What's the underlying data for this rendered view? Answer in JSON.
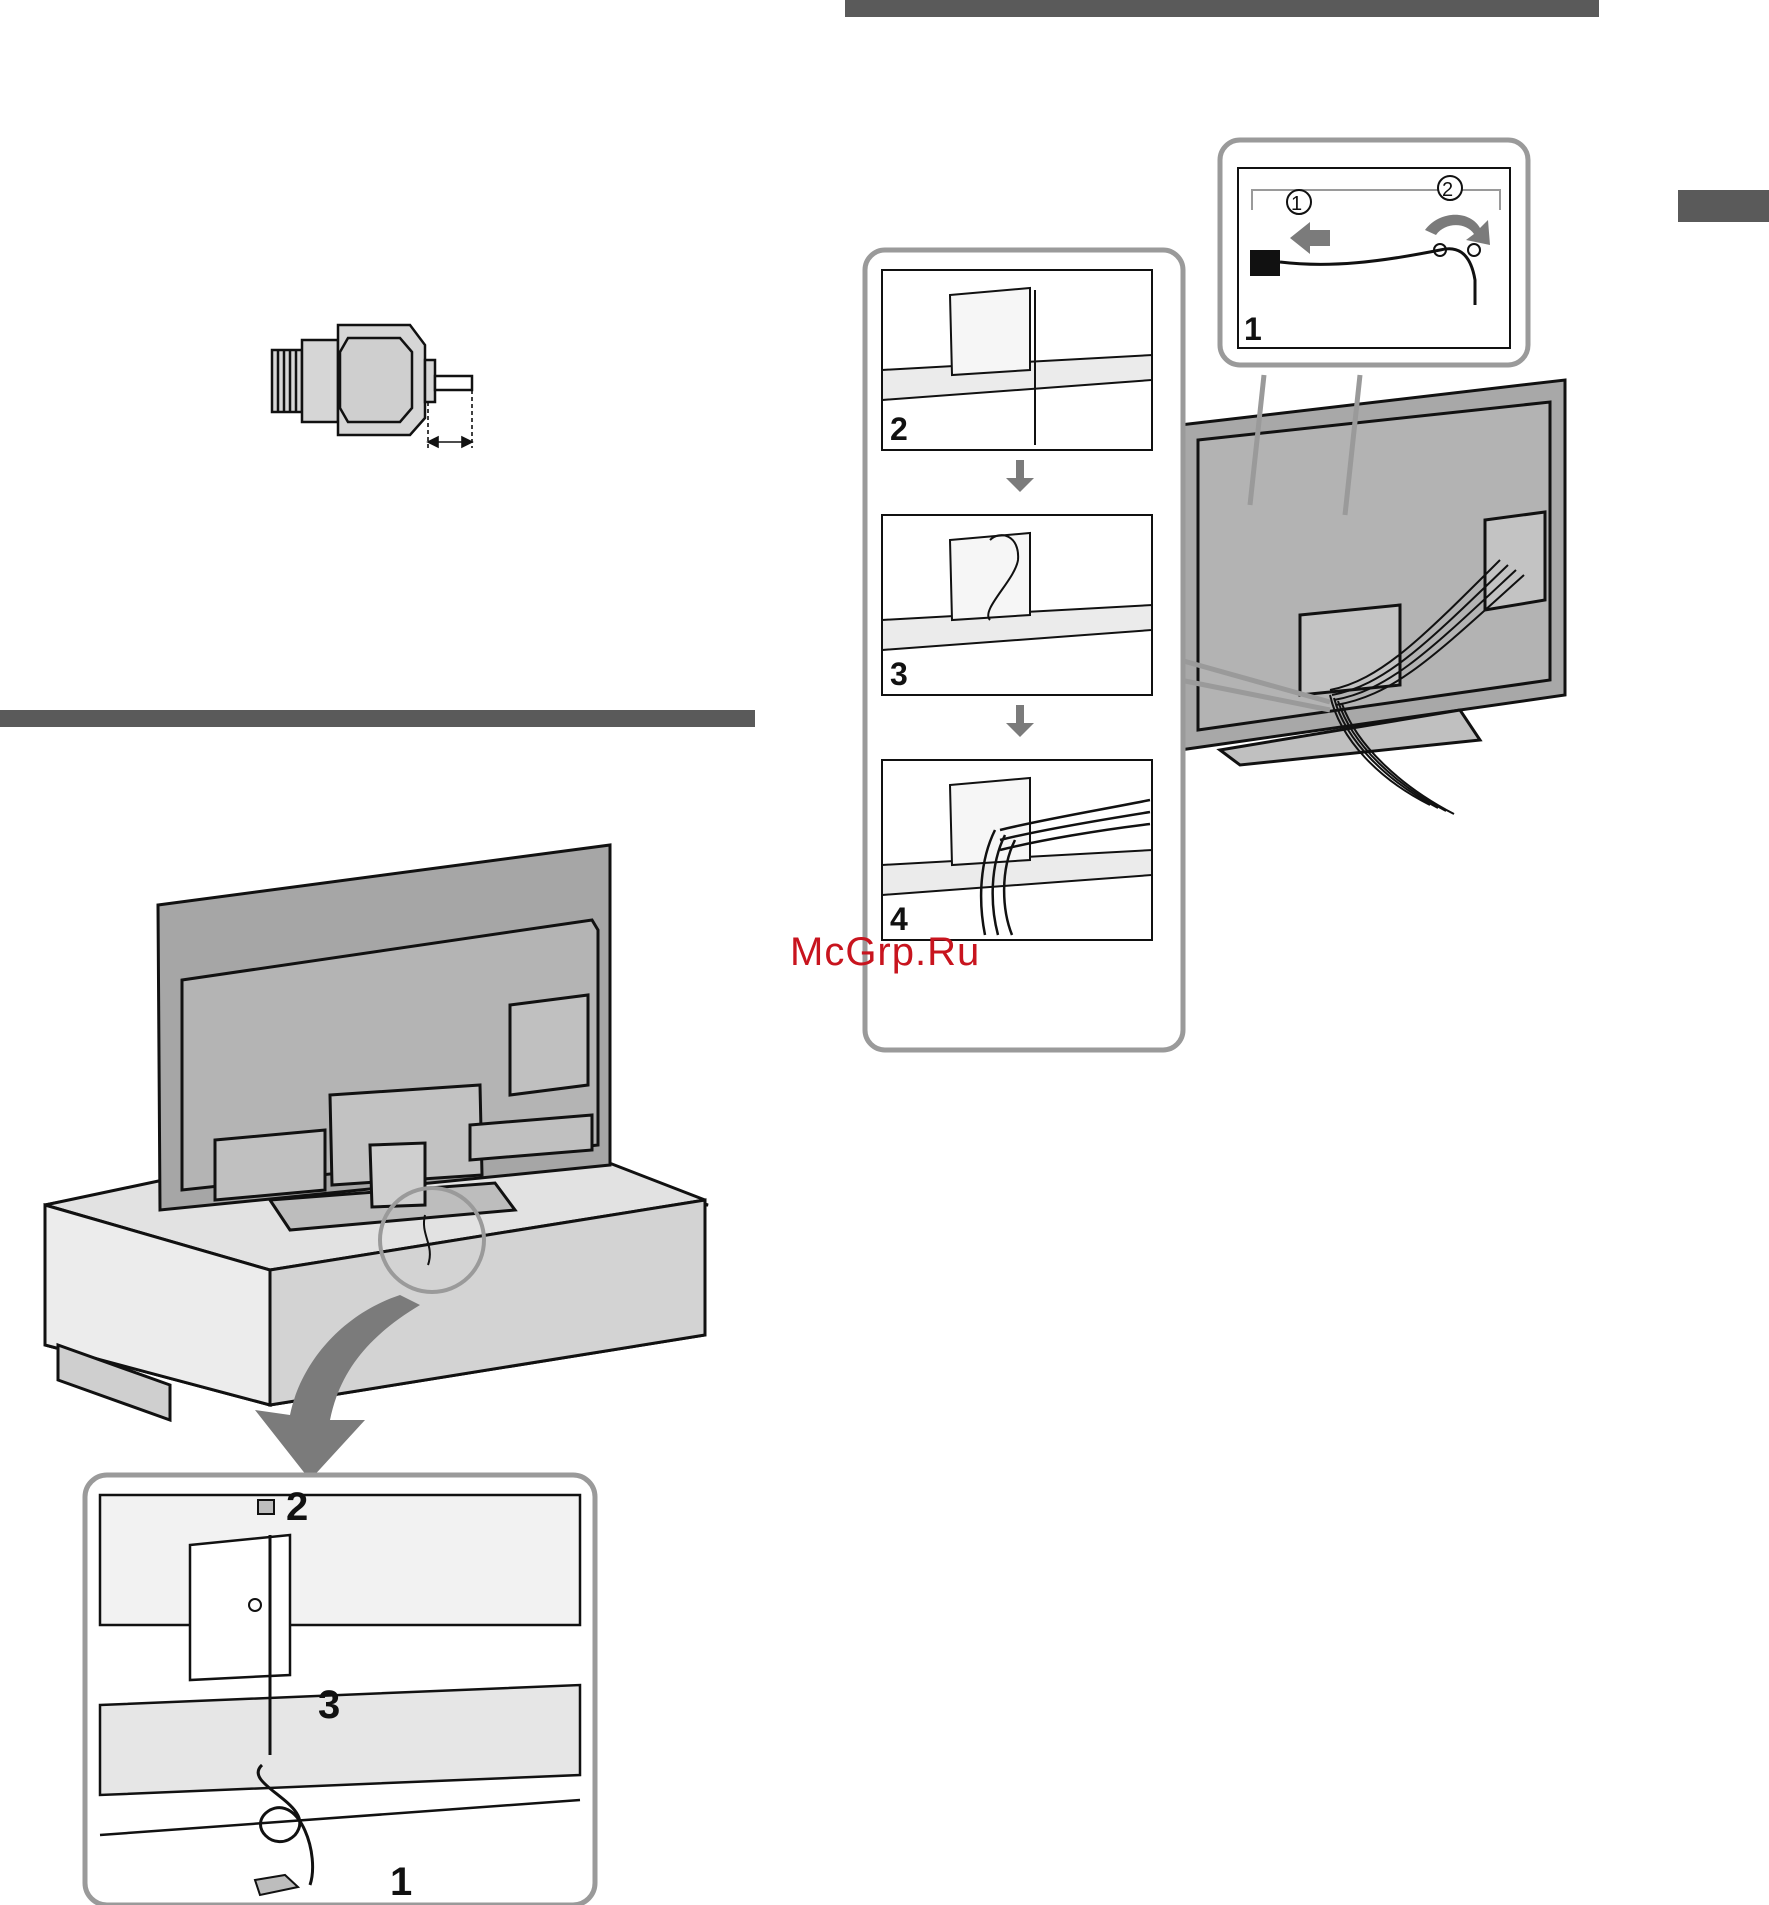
{
  "watermark": "McGrp.Ru",
  "figures": {
    "connector": {},
    "tv_tether": {
      "step_labels": [
        "1",
        "2",
        "3"
      ]
    },
    "cable_management": {
      "step_labels": [
        "1",
        "2",
        "3",
        "4"
      ],
      "circled_steps": [
        "①",
        "②"
      ]
    }
  }
}
